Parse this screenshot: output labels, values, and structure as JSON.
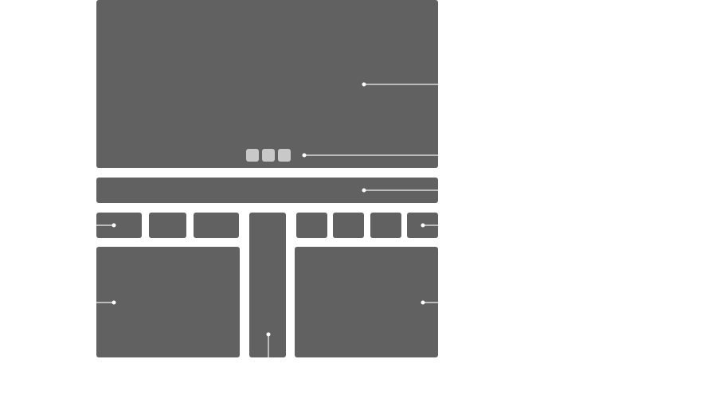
{
  "colors": {
    "background": "#ffffff",
    "panel": "#616161",
    "indicator": "#c8c8c8",
    "callout_line": "#d9d9d9",
    "callout_dot": "#ffffff"
  },
  "diagram": {
    "screen_area": {
      "page_indicator": {
        "dot_count": 3
      }
    },
    "top_row_keys": {
      "left_group_count": 3,
      "right_group_count": 4
    },
    "callout_count": 8
  }
}
